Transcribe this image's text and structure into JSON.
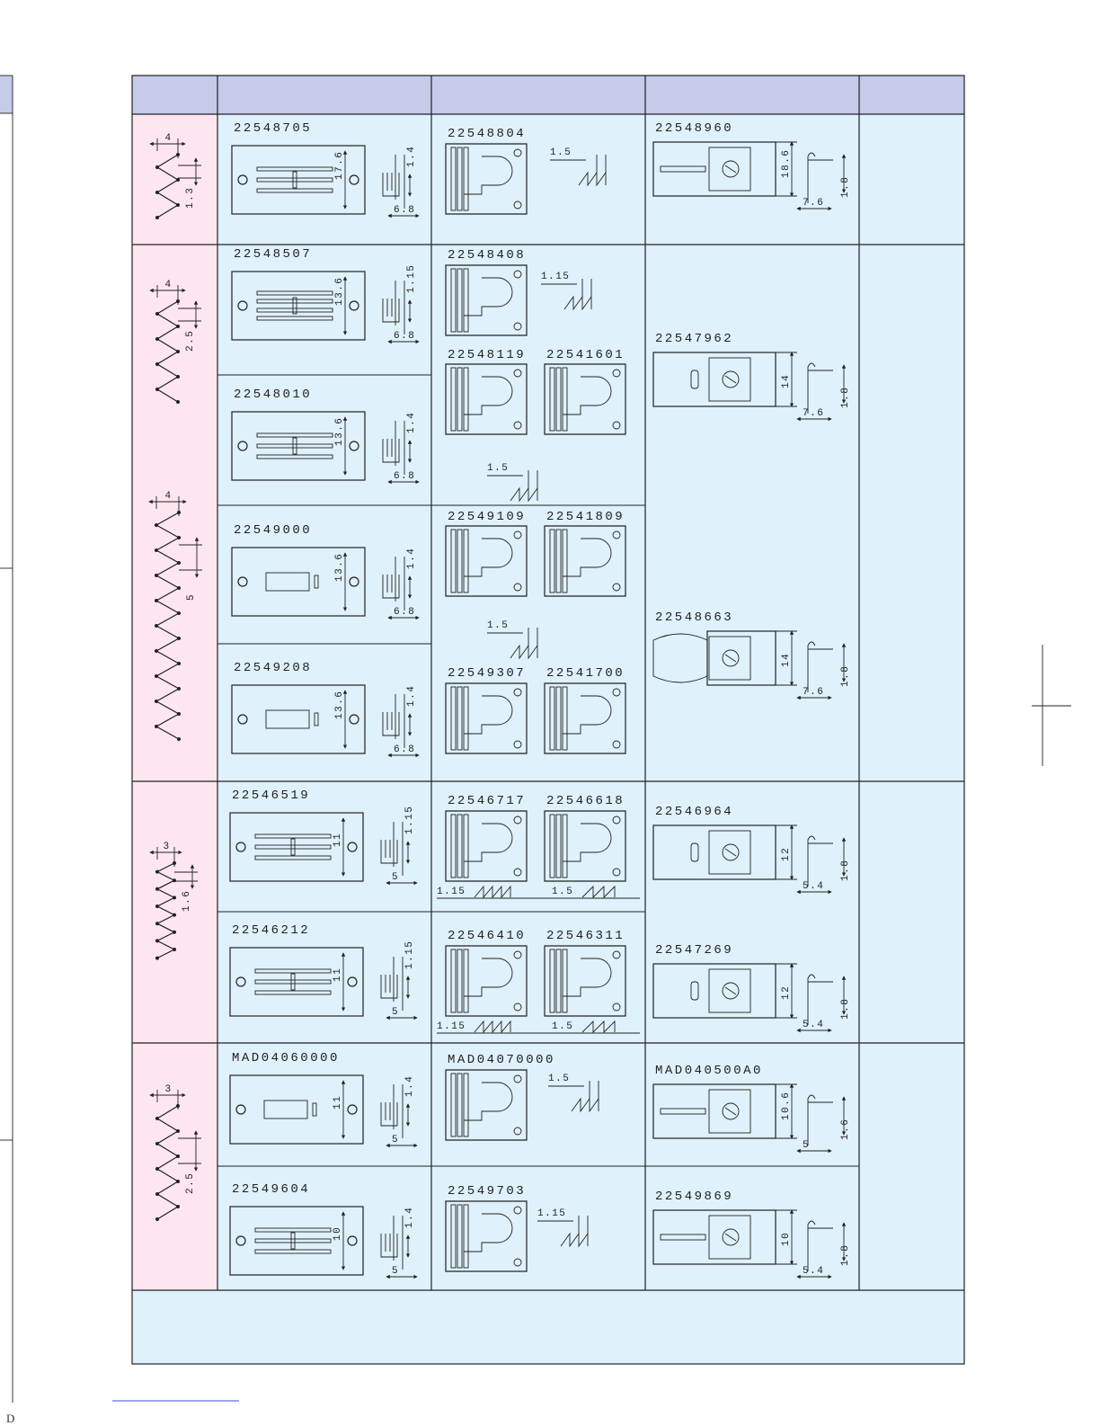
{
  "colors": {
    "header": "#c5cbe9",
    "stitch_col": "#fde6ef",
    "cell": "#dff1fb",
    "border": "#222222"
  },
  "footer": {
    "letter": "D"
  },
  "groups": [
    {
      "name": "group-1",
      "stitch": {
        "width": "4",
        "pitch": "1.3"
      },
      "throat_plates": [
        {
          "part": "22548705",
          "w": "17.6",
          "t": "1.4",
          "g": "6.8"
        }
      ],
      "feed_dogs": [
        {
          "parts": [
            "22548804"
          ],
          "pitch": "1.5"
        }
      ],
      "presser_feet": [
        {
          "part": "22548960",
          "w": "18.6",
          "t": "1.8",
          "g": "7.6"
        }
      ]
    },
    {
      "name": "group-2",
      "stitch": {
        "width_a": "4",
        "pitch_a": "2.5",
        "width_b": "4",
        "pitch_b": "5"
      },
      "throat_plates": [
        {
          "part": "22548507",
          "w": "13.6",
          "t": "1.15",
          "g": "6.8"
        },
        {
          "part": "22548010",
          "w": "13.6",
          "t": "1.4",
          "g": "6.8"
        },
        {
          "part": "22549000",
          "w": "13.6",
          "t": "1.4",
          "g": "6.8"
        },
        {
          "part": "22549208",
          "w": "13.6",
          "t": "1.4",
          "g": "6.8"
        }
      ],
      "feed_dogs": [
        {
          "parts": [
            "22548408"
          ],
          "pitch": "1.15"
        },
        {
          "parts": [
            "22548119",
            "22541601"
          ],
          "pitch": "1.5"
        },
        {
          "parts": [
            "22549109",
            "22541809"
          ],
          "pitch": "1.5"
        },
        {
          "parts": [
            "22549307",
            "22541700"
          ]
        }
      ],
      "presser_feet": [
        {
          "part": "22547962",
          "w": "14",
          "t": "1.8",
          "g": "7.6"
        },
        {
          "part": "22548663",
          "w": "14",
          "t": "1.8",
          "g": "7.6"
        }
      ]
    },
    {
      "name": "group-3",
      "stitch": {
        "width": "3",
        "pitch": "1.6"
      },
      "throat_plates": [
        {
          "part": "22546519",
          "w": "11",
          "t": "1.15",
          "g": "5"
        },
        {
          "part": "22546212",
          "w": "11",
          "t": "1.15",
          "g": "5"
        }
      ],
      "feed_dogs": [
        {
          "parts": [
            "22546717",
            "22546618"
          ],
          "pitches": [
            "1.15",
            "1.5"
          ]
        },
        {
          "parts": [
            "22546410",
            "22546311"
          ],
          "pitches": [
            "1.15",
            "1.5"
          ]
        }
      ],
      "presser_feet": [
        {
          "part": "22546964",
          "w": "12",
          "t": "1.8",
          "g": "5.4"
        },
        {
          "part": "22547269",
          "w": "12",
          "t": "1.8",
          "g": "5.4"
        }
      ]
    },
    {
      "name": "group-4",
      "stitch": {
        "width": "3",
        "pitch": "2.5"
      },
      "throat_plates": [
        {
          "part": "MAD04060000",
          "w": "11",
          "t": "1.4",
          "g": "5"
        },
        {
          "part": "22549604",
          "w": "10",
          "t": "1.4",
          "g": "5"
        }
      ],
      "feed_dogs": [
        {
          "parts": [
            "MAD04070000"
          ],
          "pitch": "1.5"
        },
        {
          "parts": [
            "22549703"
          ],
          "pitch": "1.15"
        }
      ],
      "presser_feet": [
        {
          "part": "MAD040500A0",
          "w": "10.6",
          "t": "1.6",
          "g": "5"
        },
        {
          "part": "22549869",
          "w": "10",
          "t": "1.8",
          "g": "5.4"
        }
      ]
    }
  ]
}
